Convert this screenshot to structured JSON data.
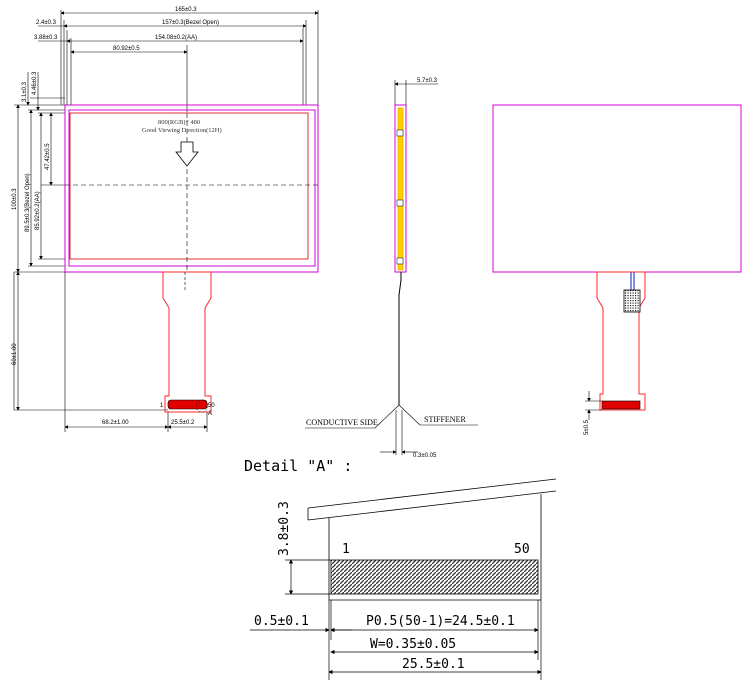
{
  "front_view": {
    "dims": {
      "w_overall": "165±0.3",
      "w_bezel": "157±0.3(Bezel Open)",
      "w_aa": "154.08±0.2(AA)",
      "w_left_offset": "2.4±0.3",
      "w_left_offset2": "3.88±0.3",
      "w_center": "80.92±0.5",
      "h_top1": "3.1±0.3",
      "h_top2": "4.46±0.3",
      "h_center": "47.42±0.5",
      "h_aa": "85.92±0.2(AA)",
      "h_bezel": "89.5±0.3(Bezel Open)",
      "h_overall": "100±0.3",
      "h_fpc": "60±1.00",
      "fpc_offset": "68.2±1.00",
      "fpc_width": "25.5±0.2"
    },
    "resolution_note": "800(RGB)* 480",
    "viewing_note": "Good Viewing Direction(12H)",
    "pin_first": "1",
    "pin_last": "50",
    "detail_ref": "A"
  },
  "side_view": {
    "thickness": "5.7±0.3",
    "conductive_side": "CONDUCTIVE SIDE",
    "stiffener": "STIFFENER",
    "fpc_thickness": "0.3±0.05"
  },
  "back_view": {
    "tail_dim": "5±0.5"
  },
  "detail": {
    "title": "Detail \"A\" :",
    "pin_first": "1",
    "pin_last": "50",
    "stiffener_height": "3.8±0.3",
    "edge_offset": "0.5±0.1",
    "pitch": "P0.5(50-1)=24.5±0.1",
    "pin_width": "W=0.35±0.05",
    "total_width": "25.5±0.1"
  },
  "colors": {
    "outline": "#d400d4",
    "fpc": "#ff2a2a",
    "pad": "#e00000",
    "lines": "#000000",
    "stiffener": "#e6b800"
  }
}
